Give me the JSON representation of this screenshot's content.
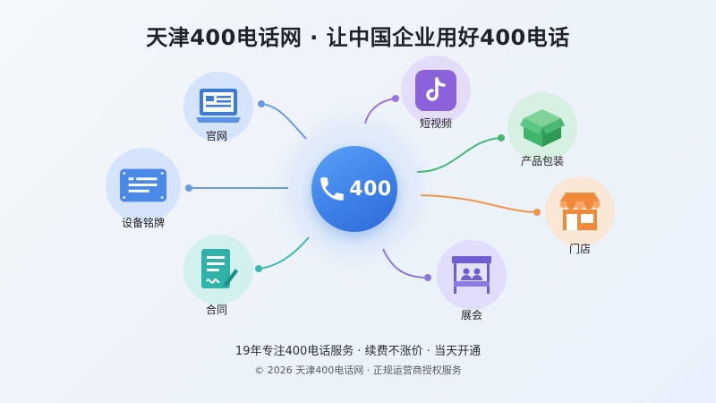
{
  "title": "天津400电话网 · 让中国企业用好400电话",
  "hub": {
    "label": "400",
    "icon": "phone-icon"
  },
  "nodes": {
    "website": {
      "label": "官网",
      "icon": "laptop-icon",
      "color": "#5b8fe0"
    },
    "nameplate": {
      "label": "设备铭牌",
      "icon": "nameplate-icon",
      "color": "#4d8be3"
    },
    "contract": {
      "label": "合同",
      "icon": "contract-icon",
      "color": "#2fb3a8"
    },
    "short_video": {
      "label": "短视频",
      "icon": "tiktok-icon",
      "color": "#8c64d8"
    },
    "packaging": {
      "label": "产品包装",
      "icon": "box-icon",
      "color": "#3fb56b"
    },
    "store": {
      "label": "门店",
      "icon": "store-icon",
      "color": "#ee8a3a"
    },
    "exhibition": {
      "label": "展会",
      "icon": "booth-icon",
      "color": "#7b6bd6"
    }
  },
  "footer": {
    "line1": "19年专注400电话服务 · 续费不涨价 · 当天开通",
    "line2": "© 2026 天津400电话网 · 正规运营商授权服务"
  }
}
